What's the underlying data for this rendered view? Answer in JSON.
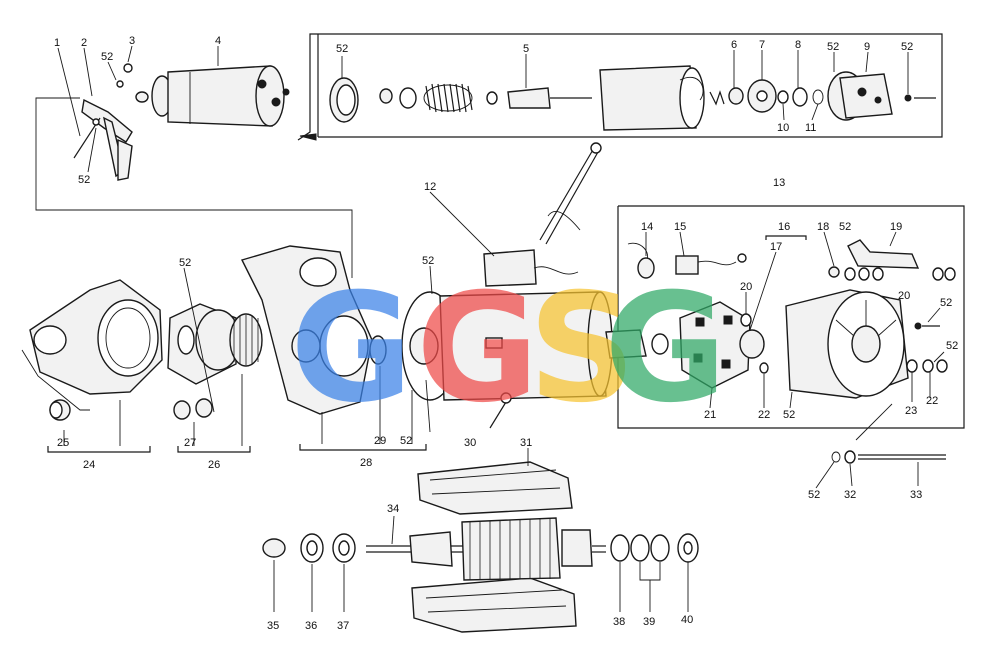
{
  "watermark": {
    "letters": [
      "G",
      "G",
      "S",
      "G"
    ],
    "colors": [
      "#3b82e8",
      "#ef4a48",
      "#f7c431",
      "#2fa866"
    ]
  },
  "callouts": [
    {
      "id": "c1",
      "text": "1"
    },
    {
      "id": "c2",
      "text": "2"
    },
    {
      "id": "c3",
      "text": "3"
    },
    {
      "id": "c4",
      "text": "4"
    },
    {
      "id": "c52a",
      "text": "52"
    },
    {
      "id": "c52b",
      "text": "52"
    },
    {
      "id": "c52c",
      "text": "52"
    },
    {
      "id": "c5",
      "text": "5"
    },
    {
      "id": "c6",
      "text": "6"
    },
    {
      "id": "c7",
      "text": "7"
    },
    {
      "id": "c8",
      "text": "8"
    },
    {
      "id": "c52d",
      "text": "52"
    },
    {
      "id": "c9",
      "text": "9"
    },
    {
      "id": "c52e",
      "text": "52"
    },
    {
      "id": "c10",
      "text": "10"
    },
    {
      "id": "c11",
      "text": "11"
    },
    {
      "id": "c12",
      "text": "12"
    },
    {
      "id": "c13",
      "text": "13"
    },
    {
      "id": "c14",
      "text": "14"
    },
    {
      "id": "c15",
      "text": "15"
    },
    {
      "id": "c16",
      "text": "16"
    },
    {
      "id": "c17",
      "text": "17"
    },
    {
      "id": "c18",
      "text": "18"
    },
    {
      "id": "c52f",
      "text": "52"
    },
    {
      "id": "c19",
      "text": "19"
    },
    {
      "id": "c20a",
      "text": "20"
    },
    {
      "id": "c20b",
      "text": "20"
    },
    {
      "id": "c52g",
      "text": "52"
    },
    {
      "id": "c52h",
      "text": "52"
    },
    {
      "id": "c21",
      "text": "21"
    },
    {
      "id": "c22a",
      "text": "22"
    },
    {
      "id": "c52i",
      "text": "52"
    },
    {
      "id": "c23",
      "text": "23"
    },
    {
      "id": "c22b",
      "text": "22"
    },
    {
      "id": "c52j",
      "text": "52"
    },
    {
      "id": "c52k",
      "text": "52"
    },
    {
      "id": "c24",
      "text": "24"
    },
    {
      "id": "c25",
      "text": "25"
    },
    {
      "id": "c26",
      "text": "26"
    },
    {
      "id": "c27",
      "text": "27"
    },
    {
      "id": "c28",
      "text": "28"
    },
    {
      "id": "c29",
      "text": "29"
    },
    {
      "id": "c52l",
      "text": "52"
    },
    {
      "id": "c30",
      "text": "30"
    },
    {
      "id": "c52m",
      "text": "52"
    },
    {
      "id": "c32",
      "text": "32"
    },
    {
      "id": "c33",
      "text": "33"
    },
    {
      "id": "c31",
      "text": "31"
    },
    {
      "id": "c34",
      "text": "34"
    },
    {
      "id": "c35",
      "text": "35"
    },
    {
      "id": "c36",
      "text": "36"
    },
    {
      "id": "c37",
      "text": "37"
    },
    {
      "id": "c38",
      "text": "38"
    },
    {
      "id": "c39",
      "text": "39"
    },
    {
      "id": "c40",
      "text": "40"
    }
  ]
}
